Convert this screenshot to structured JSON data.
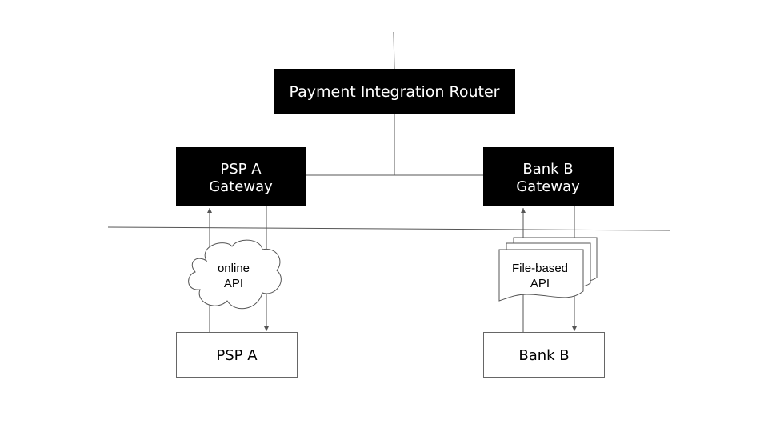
{
  "diagram": {
    "router": {
      "label": "Payment Integration Router"
    },
    "psp_gateway": {
      "line1": "PSP A",
      "line2": "Gateway"
    },
    "bank_gateway": {
      "line1": "Bank B",
      "line2": "Gateway"
    },
    "online_api": {
      "line1": "online",
      "line2": "API"
    },
    "file_api": {
      "line1": "File-based",
      "line2": "API"
    },
    "psp": {
      "label": "PSP A"
    },
    "bank": {
      "label": "Bank B"
    }
  },
  "colors": {
    "box_fill": "#000000",
    "box_text": "#ffffff",
    "line": "#555555",
    "outline_box_stroke": "#666666",
    "text": "#000000"
  },
  "icons": {
    "online_api": "cloud-shape",
    "file_api": "stacked-documents-shape"
  }
}
